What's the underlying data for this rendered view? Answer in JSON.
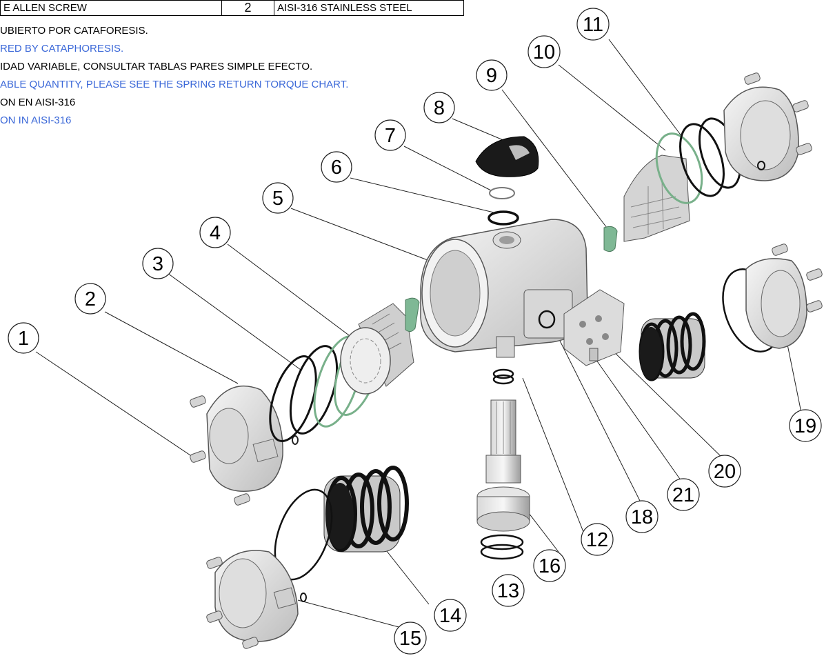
{
  "parts_table": {
    "row": {
      "description": "E ALLEN SCREW",
      "qty": "2",
      "material": "AISI-316 STAINLESS STEEL"
    }
  },
  "notes": [
    {
      "text": "UBIERTO POR CATAFORESIS.",
      "lang": "es"
    },
    {
      "text": "RED BY CATAPHORESIS.",
      "lang": "en"
    },
    {
      "text": "IDAD VARIABLE, CONSULTAR TABLAS PARES SIMPLE EFECTO.",
      "lang": "es"
    },
    {
      "text": "ABLE QUANTITY, PLEASE SEE THE SPRING RETURN TORQUE CHART.",
      "lang": "en"
    },
    {
      "text": "ON EN AISI-316",
      "lang": "es"
    },
    {
      "text": "ON IN AISI-316",
      "lang": "en"
    }
  ],
  "callouts": [
    "1",
    "2",
    "3",
    "4",
    "5",
    "6",
    "7",
    "8",
    "9",
    "10",
    "11",
    "12",
    "13",
    "14",
    "15",
    "16",
    "18",
    "19",
    "20",
    "21"
  ],
  "colors": {
    "body": "#e6e6e6",
    "outline": "#555555",
    "oring_green": "#78b08a",
    "dark": "#222222",
    "note_blue": "#3b68d8"
  }
}
